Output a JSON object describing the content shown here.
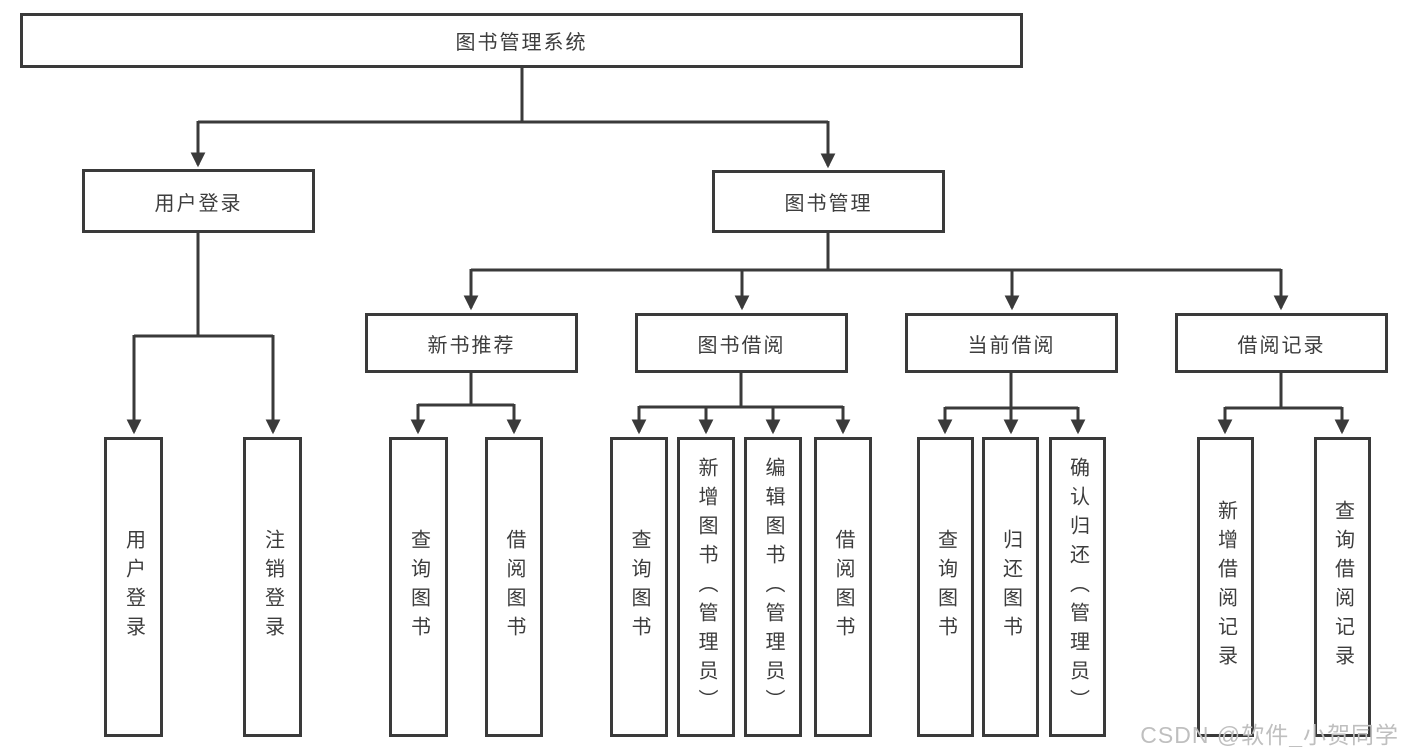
{
  "tree": {
    "root": "图书管理系统",
    "branches": [
      {
        "label": "用户登录",
        "children": [
          "用户登录",
          "注销登录"
        ]
      },
      {
        "label": "图书管理",
        "modules": [
          {
            "label": "新书推荐",
            "children": [
              "查询图书",
              "借阅图书"
            ]
          },
          {
            "label": "图书借阅",
            "children": [
              "查询图书",
              "新增图书（管理员）",
              "编辑图书（管理员）",
              "借阅图书"
            ]
          },
          {
            "label": "当前借阅",
            "children": [
              "查询图书",
              "归还图书",
              "确认归还（管理员）"
            ]
          },
          {
            "label": "借阅记录",
            "children": [
              "新增借阅记录",
              "查询借阅记录"
            ]
          }
        ]
      }
    ]
  },
  "watermark": {
    "text": "CSDN @软件_小贺同学"
  },
  "colors": {
    "line": "#3a3a3a",
    "box_border": "#3a3a3a",
    "text": "#3d3d3d",
    "watermark": "#bfbfbf",
    "background": "#ffffff"
  }
}
